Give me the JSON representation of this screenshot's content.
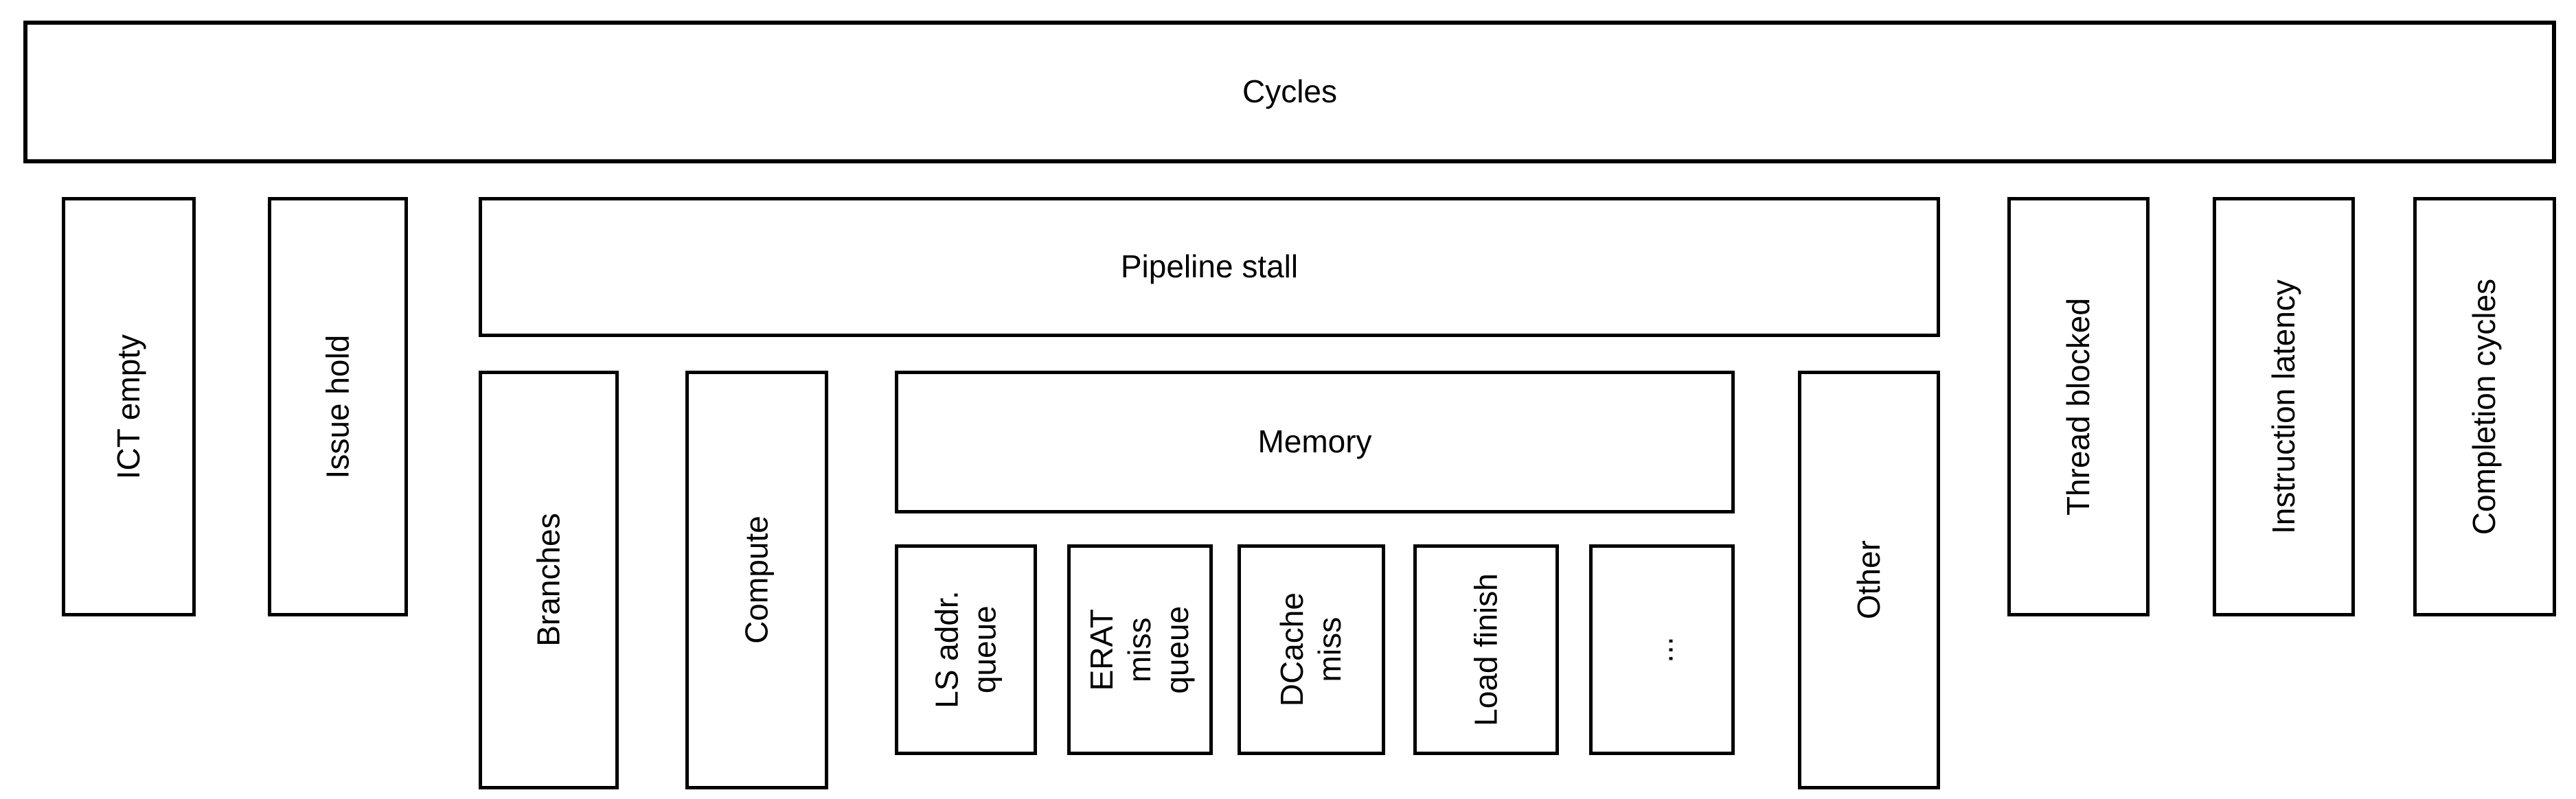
{
  "diagram": {
    "root": {
      "label": "Cycles"
    },
    "level1": [
      {
        "label": "ICT empty"
      },
      {
        "label": "Issue hold"
      },
      {
        "label": "Pipeline stall"
      },
      {
        "label": "Thread blocked"
      },
      {
        "label": "Instruction latency"
      },
      {
        "label": "Completion cycles"
      }
    ],
    "pipeline_stall_children": [
      {
        "label": "Branches"
      },
      {
        "label": "Compute"
      },
      {
        "label": "Memory"
      },
      {
        "label": "Other"
      }
    ],
    "memory_children": [
      {
        "label": "LS addr.\nqueue"
      },
      {
        "label": "ERAT miss\nqueue"
      },
      {
        "label": "DCache\nmiss"
      },
      {
        "label": "Load finish"
      },
      {
        "label": "..."
      }
    ],
    "colors": {
      "border": "#000000",
      "background": "#ffffff",
      "text": "#000000"
    }
  }
}
